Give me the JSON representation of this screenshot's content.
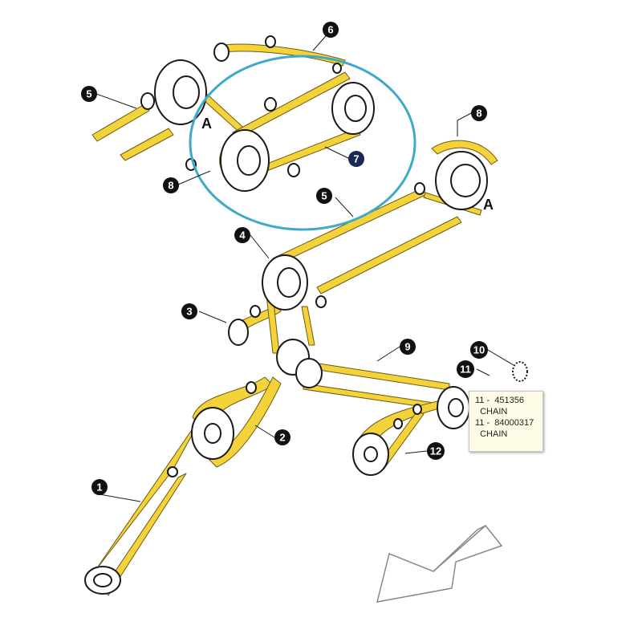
{
  "colors": {
    "belt": "#f4d33a",
    "belt_edge": "#6b5a12",
    "line": "#1a1a1a",
    "callout_bg": "#111111",
    "callout_selected_bg": "#1a2a55",
    "highlight_ring": "#3fa9c9"
  },
  "callouts": {
    "c1": "1",
    "c2": "2",
    "c3": "3",
    "c4": "4",
    "c5a": "5",
    "c5b": "5",
    "c6": "6",
    "c7": "7",
    "c8a": "8",
    "c8b": "8",
    "c9": "9",
    "c10": "10",
    "c11": "11",
    "c12": "12"
  },
  "letters": {
    "a1": "A",
    "a2": "A"
  },
  "tooltip": {
    "line1": "11 -  451356",
    "line2": "  CHAIN",
    "line3": "11 -  84000317",
    "line4": "  CHAIN"
  },
  "icons": {
    "direction_arrow": "direction-arrow-icon"
  }
}
